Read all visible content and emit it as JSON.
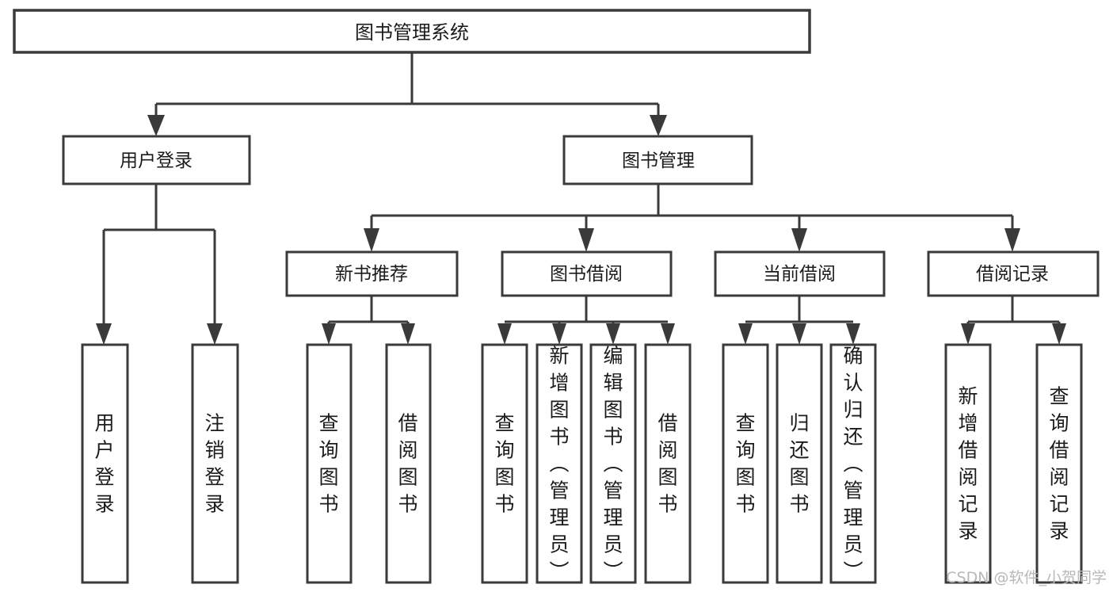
{
  "diagram": {
    "title": "图书管理系统",
    "type": "hierarchy-tree",
    "watermark": "CSDN @软件_小贺同学",
    "colors": {
      "stroke": "#3a3a3a",
      "fill": "#ffffff",
      "text": "#1b1b1b",
      "watermark": "#b8b8b8",
      "background": "#ffffff"
    },
    "levels": [
      {
        "level": 0,
        "nodes": [
          {
            "id": "root",
            "label": "图书管理系统",
            "orientation": "horizontal"
          }
        ]
      },
      {
        "level": 1,
        "nodes": [
          {
            "id": "login",
            "label": "用户登录",
            "orientation": "horizontal",
            "parent": "root"
          },
          {
            "id": "bookmgmt",
            "label": "图书管理",
            "orientation": "horizontal",
            "parent": "root"
          }
        ]
      },
      {
        "level": 2,
        "nodes": [
          {
            "id": "newbook",
            "label": "新书推荐",
            "orientation": "horizontal",
            "parent": "bookmgmt"
          },
          {
            "id": "borrow",
            "label": "图书借阅",
            "orientation": "horizontal",
            "parent": "bookmgmt"
          },
          {
            "id": "current",
            "label": "当前借阅",
            "orientation": "horizontal",
            "parent": "bookmgmt"
          },
          {
            "id": "records",
            "label": "借阅记录",
            "orientation": "horizontal",
            "parent": "bookmgmt"
          }
        ]
      },
      {
        "level": 3,
        "nodes": [
          {
            "id": "leaf-1",
            "label": "用户登录",
            "orientation": "vertical",
            "parent": "login"
          },
          {
            "id": "leaf-2",
            "label": "注销登录",
            "orientation": "vertical",
            "parent": "login"
          },
          {
            "id": "leaf-3",
            "label": "查询图书",
            "orientation": "vertical",
            "parent": "newbook"
          },
          {
            "id": "leaf-4",
            "label": "借阅图书",
            "orientation": "vertical",
            "parent": "newbook"
          },
          {
            "id": "leaf-5",
            "label": "查询图书",
            "orientation": "vertical",
            "parent": "borrow"
          },
          {
            "id": "leaf-6",
            "label": "新增图书（管理员）",
            "orientation": "vertical",
            "parent": "borrow"
          },
          {
            "id": "leaf-7",
            "label": "编辑图书（管理员）",
            "orientation": "vertical",
            "parent": "borrow"
          },
          {
            "id": "leaf-8",
            "label": "借阅图书",
            "orientation": "vertical",
            "parent": "borrow"
          },
          {
            "id": "leaf-9",
            "label": "查询图书",
            "orientation": "vertical",
            "parent": "current"
          },
          {
            "id": "leaf-10",
            "label": "归还图书",
            "orientation": "vertical",
            "parent": "current"
          },
          {
            "id": "leaf-11",
            "label": "确认归还（管理员）",
            "orientation": "vertical",
            "parent": "current"
          },
          {
            "id": "leaf-12",
            "label": "新增借阅记录",
            "orientation": "vertical",
            "parent": "records"
          },
          {
            "id": "leaf-13",
            "label": "查询借阅记录",
            "orientation": "vertical",
            "parent": "records"
          }
        ]
      }
    ]
  }
}
